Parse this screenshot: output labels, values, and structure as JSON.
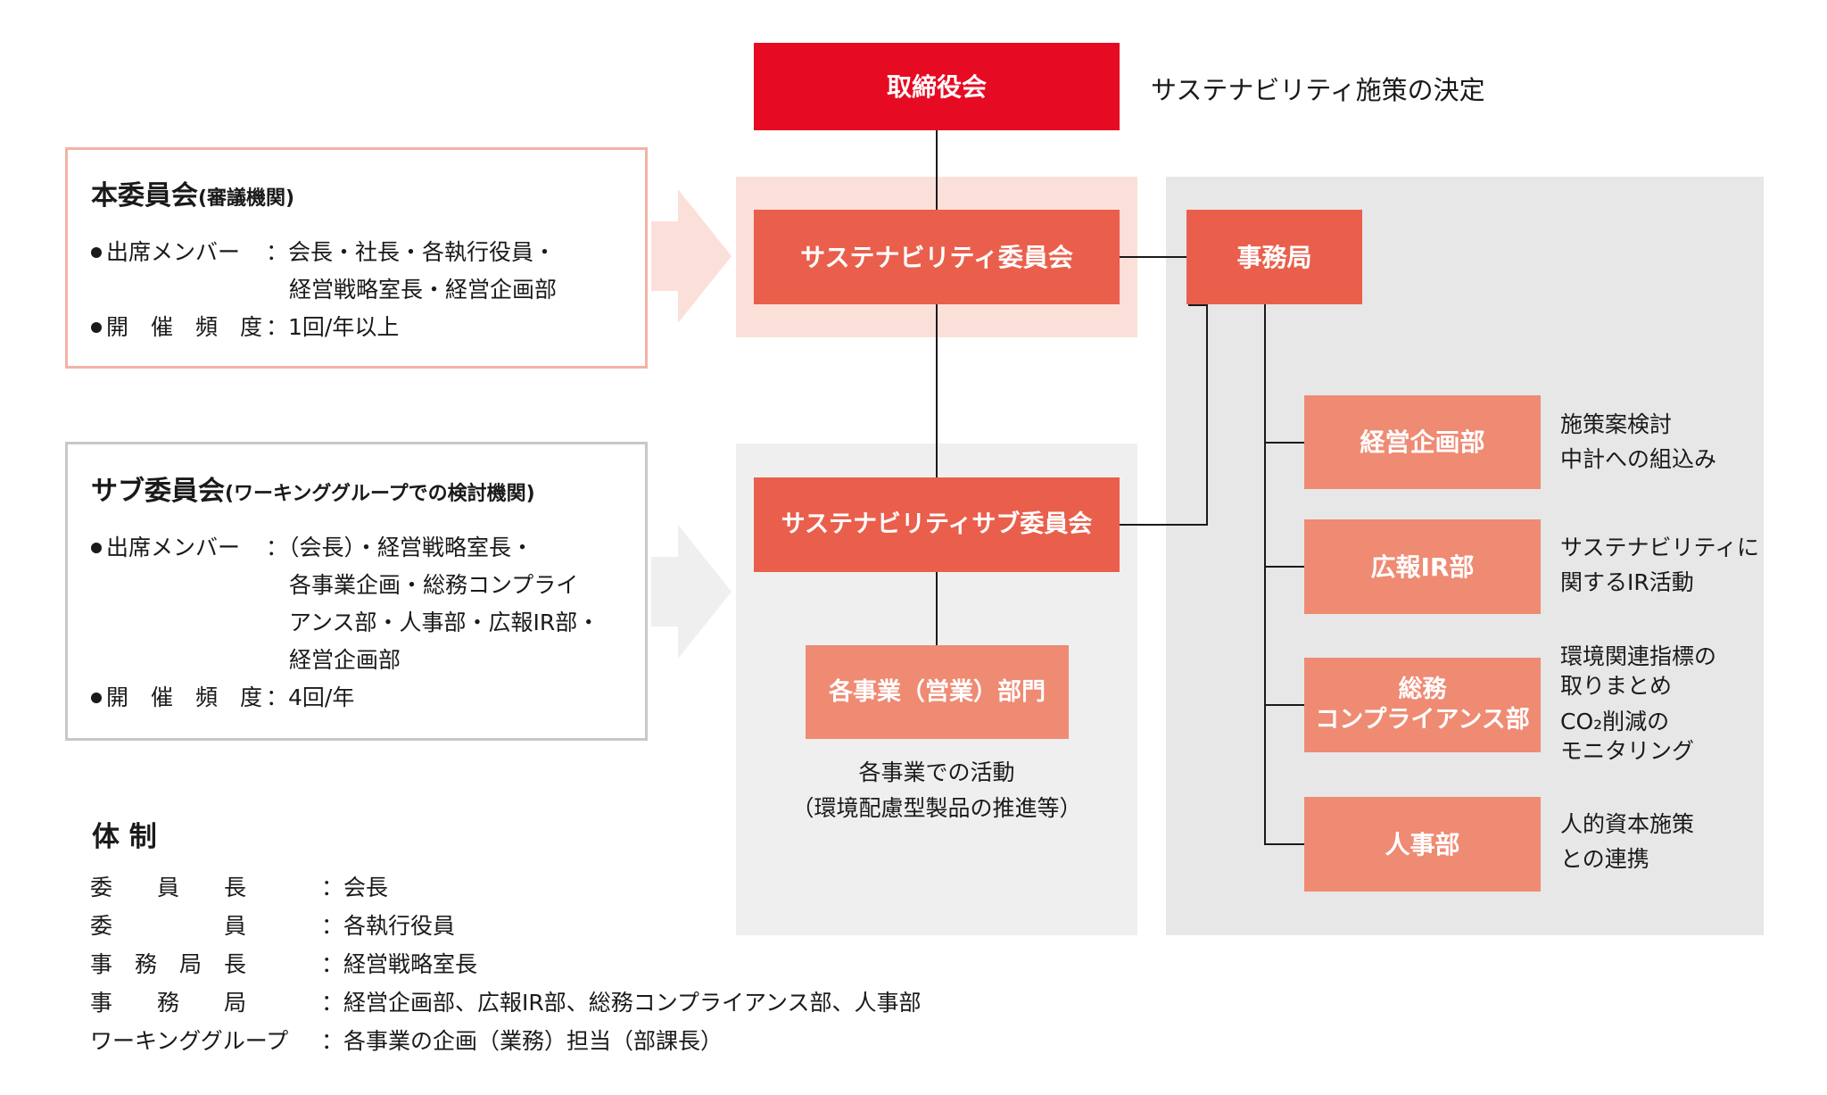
{
  "board": {
    "label": "取締役会",
    "description": "サステナビリティ施策の決定"
  },
  "committee": {
    "label": "サステナビリティ委員会"
  },
  "secretariat": {
    "label": "事務局"
  },
  "subcommittee": {
    "label": "サステナビリティサブ委員会"
  },
  "business_units": {
    "label": "各事業（営業）部門",
    "note_line1": "各事業での活動",
    "note_line2": "（環境配慮型製品の推進等）"
  },
  "departments": [
    {
      "label": "経営企画部",
      "desc1": "施策案検討",
      "desc2": "中計への組込み"
    },
    {
      "label": "広報IR部",
      "desc1": "サステナビリティに",
      "desc2": "関するIR活動"
    },
    {
      "label1": "総務",
      "label2": "コンプライアンス部",
      "desc1": "環境関連指標の",
      "desc2": "取りまとめ",
      "desc3": "CO₂削減の",
      "desc4": "モニタリング"
    },
    {
      "label": "人事部",
      "desc1": "人的資本施策",
      "desc2": "との連携"
    }
  ],
  "main_committee_box": {
    "title": "本委員会",
    "title_sub": "(審議機関)",
    "members_label": "出席メンバー",
    "members_line1": "：会長・社長・各執行役員・",
    "members_line2": "経営戦略室長・経営企画部",
    "frequency_label": "開　催　頻　度",
    "frequency_value": "：1回/年以上"
  },
  "sub_committee_box": {
    "title": "サブ委員会",
    "title_sub": "(ワーキンググループでの検討機関)",
    "members_label": "出席メンバー",
    "members_line1": "：（会長）・経営戦略室長・",
    "members_line2": "各事業企画・総務コンプライ",
    "members_line3": "アンス部・人事部・広報IR部・",
    "members_line4": "経営企画部",
    "frequency_label": "開　催　頻　度",
    "frequency_value": "：4回/年"
  },
  "structure": {
    "heading": "体 制",
    "rows": [
      {
        "label": "委　　員　　長",
        "value": "：会長"
      },
      {
        "label": "委　　　　　員",
        "value": "：各執行役員"
      },
      {
        "label": "事　務　局　長",
        "value": "：経営戦略室長"
      },
      {
        "label": "事　　務　　局",
        "value": "：経営企画部、広報IR部、総務コンプライアンス部、人事部"
      },
      {
        "label": "ワーキンググループ",
        "value": "：各事業の企画（業務）担当（部課長）"
      }
    ]
  },
  "colors": {
    "board": "#e60b22",
    "primary": "#ea5f4c",
    "secondary": "#ef8a73",
    "pink_panel": "#fbe0d9",
    "gray_panel": "#e7e7e7",
    "light_gray_panel": "#efefef",
    "pink_border": "#f3b2a7",
    "gray_border": "#c8c8c8"
  }
}
